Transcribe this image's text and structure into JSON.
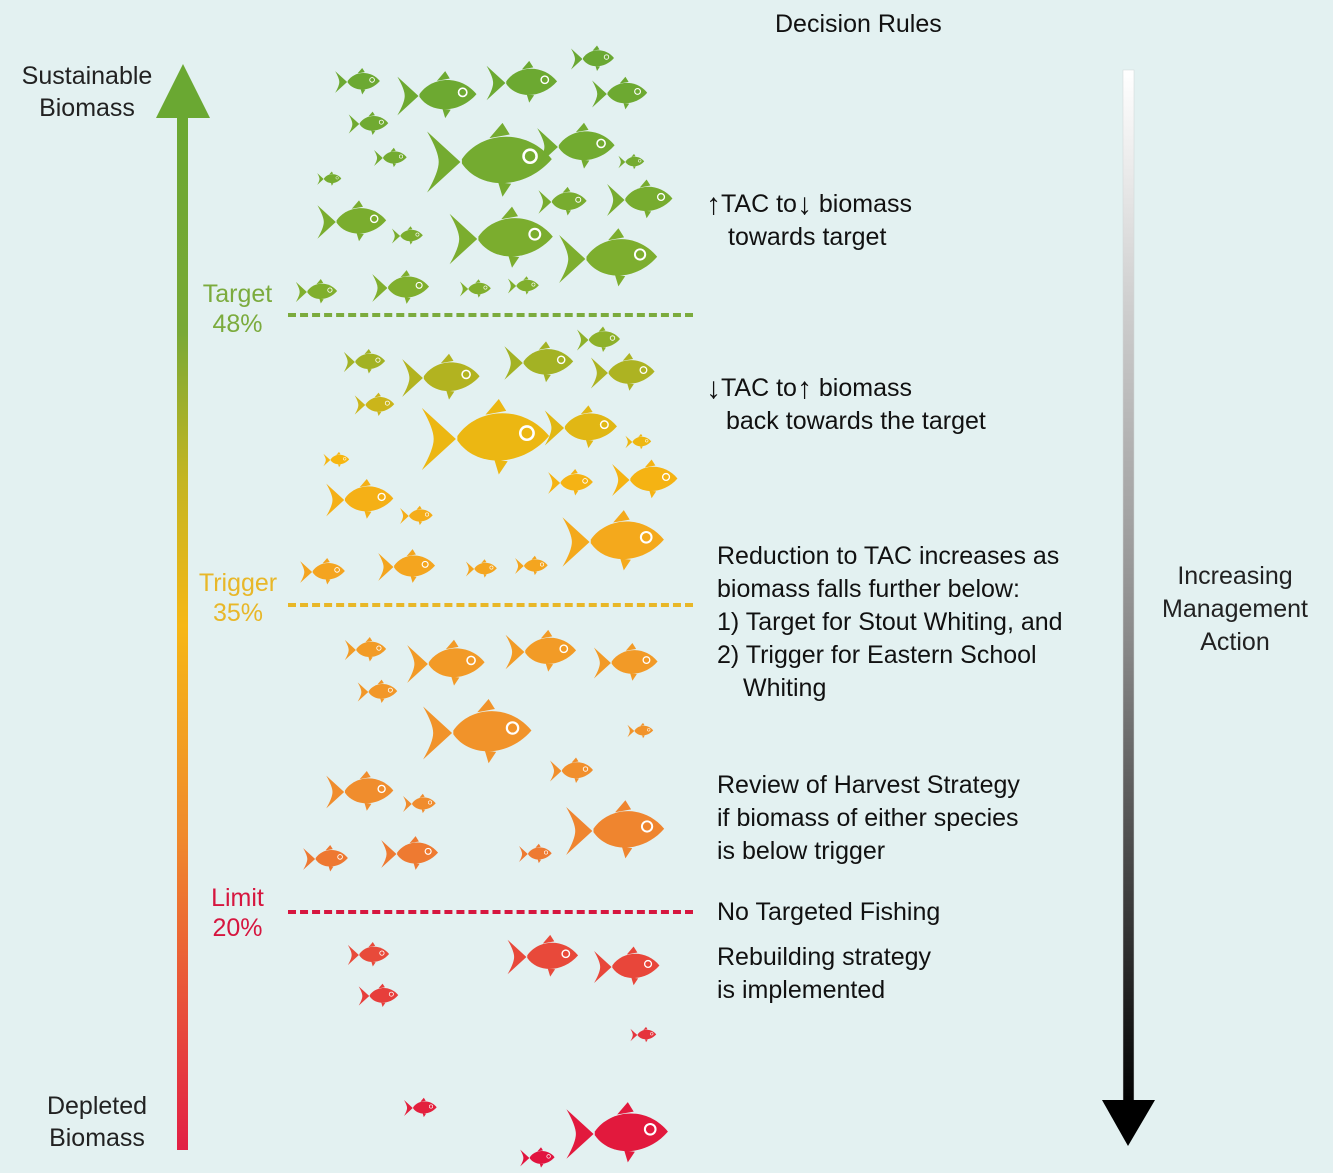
{
  "header": {
    "title": "Decision Rules"
  },
  "left_axis": {
    "top_label_line1": "Sustainable",
    "top_label_line2": "Biomass",
    "bottom_label_line1": "Depleted",
    "bottom_label_line2": "Biomass",
    "gradient_colors": [
      "#6aa832",
      "#f6b716",
      "#f08a2c",
      "#e21f45"
    ]
  },
  "levels": {
    "target": {
      "name": "Target",
      "value": "48%",
      "color": "#7bab3d"
    },
    "trigger": {
      "name": "Trigger",
      "value": "35%",
      "color": "#e8b728"
    },
    "limit": {
      "name": "Limit",
      "value": "20%",
      "color": "#d6163f"
    }
  },
  "rules": {
    "above_target": {
      "line1_part1": "TAC to",
      "line1_part2": "biomass",
      "line2": "towards target"
    },
    "below_target": {
      "line1_part1": "TAC to",
      "line1_part2": "biomass",
      "line2": "back towards the target"
    },
    "below_trigger_intro": {
      "line1": "Reduction to TAC increases as",
      "line2": "biomass falls further below:",
      "item1": "1) Target for Stout Whiting, and",
      "item2_line1": "2) Trigger for Eastern School",
      "item2_line2": "Whiting"
    },
    "review": {
      "line1": "Review of Harvest Strategy",
      "line2": "if biomass of either species",
      "line3": "is below trigger"
    },
    "no_fishing": "No Targeted Fishing",
    "rebuilding": {
      "line1": "Rebuilding strategy",
      "line2": "is implemented"
    }
  },
  "right_axis": {
    "label_line1": "Increasing",
    "label_line2": "Management",
    "label_line3": "Action"
  }
}
